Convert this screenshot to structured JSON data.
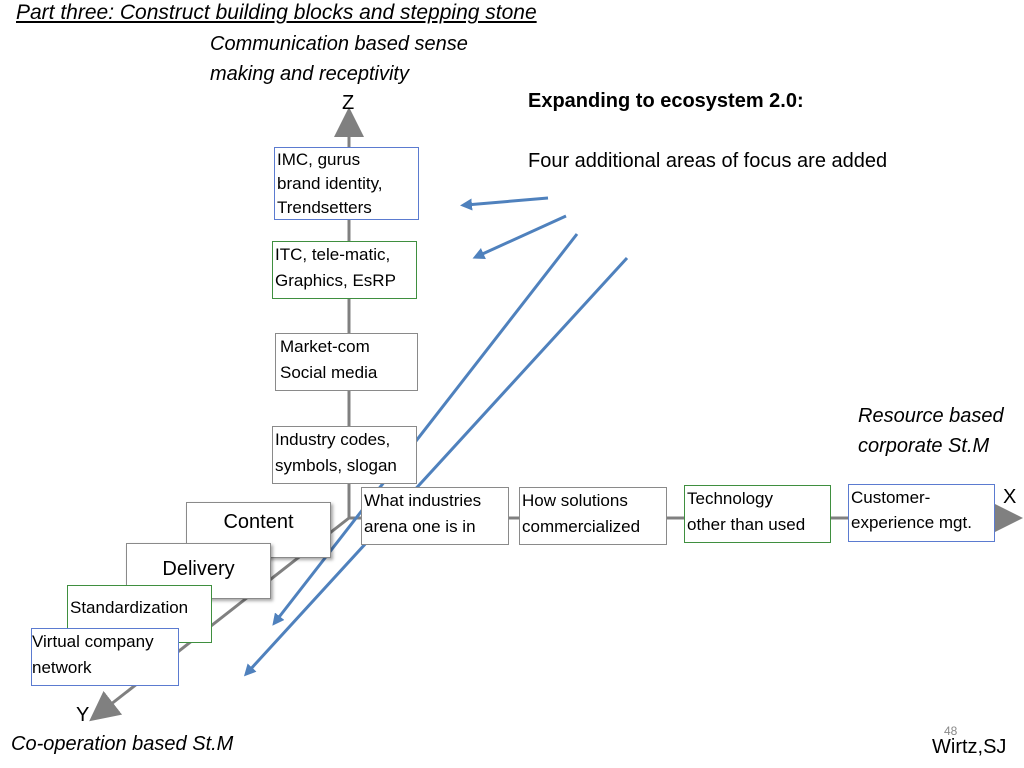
{
  "title": "Part three: Construct building blocks and stepping stone",
  "z_axis": {
    "label": "Z",
    "caption": "Communication based sense\nmaking and receptivity",
    "boxes": [
      {
        "text": "IMC, gurus\n brand identity,\nTrendsetters",
        "border": "#5b7bd0"
      },
      {
        "text": "ITC, tele-matic,\nGraphics, EsRP",
        "border": "#3f8f3f"
      },
      {
        "text": "Market-com\nSocial media",
        "border": "#8a8a8a"
      },
      {
        "text": "Industry codes,\nsymbols, slogan",
        "border": "#8a8a8a"
      }
    ]
  },
  "x_axis": {
    "label": "X",
    "caption": "Resource based\ncorporate St.M",
    "boxes": [
      {
        "text": "What industries\narena one is in",
        "border": "#8a8a8a"
      },
      {
        "text": "How solutions\ncommercialized",
        "border": "#8a8a8a"
      },
      {
        "text": "Technology\nother than used",
        "border": "#3f8f3f"
      },
      {
        "text": "Customer-\nexperience mgt.",
        "border": "#5b7bd0"
      }
    ]
  },
  "y_axis": {
    "label": "Y",
    "caption": "Co-operation based St.M",
    "boxes": [
      {
        "text": "Content",
        "border": "#8a8a8a"
      },
      {
        "text": "Delivery",
        "border": "#8a8a8a"
      },
      {
        "text": "Standardization",
        "border": "#3f8f3f"
      },
      {
        "text": "Virtual company\nnetwork",
        "border": "#5b7bd0"
      }
    ]
  },
  "callout": {
    "heading": "Expanding to ecosystem 2.0:",
    "text": "Four additional areas of focus are added"
  },
  "footer": {
    "author": "Wirtz,SJ",
    "page_number": "48"
  },
  "colors": {
    "axis": "#808080",
    "arrow": "#4f81bd",
    "green_border": "#3f8f3f",
    "blue_border": "#5b7bd0",
    "grey_border": "#8a8a8a"
  }
}
